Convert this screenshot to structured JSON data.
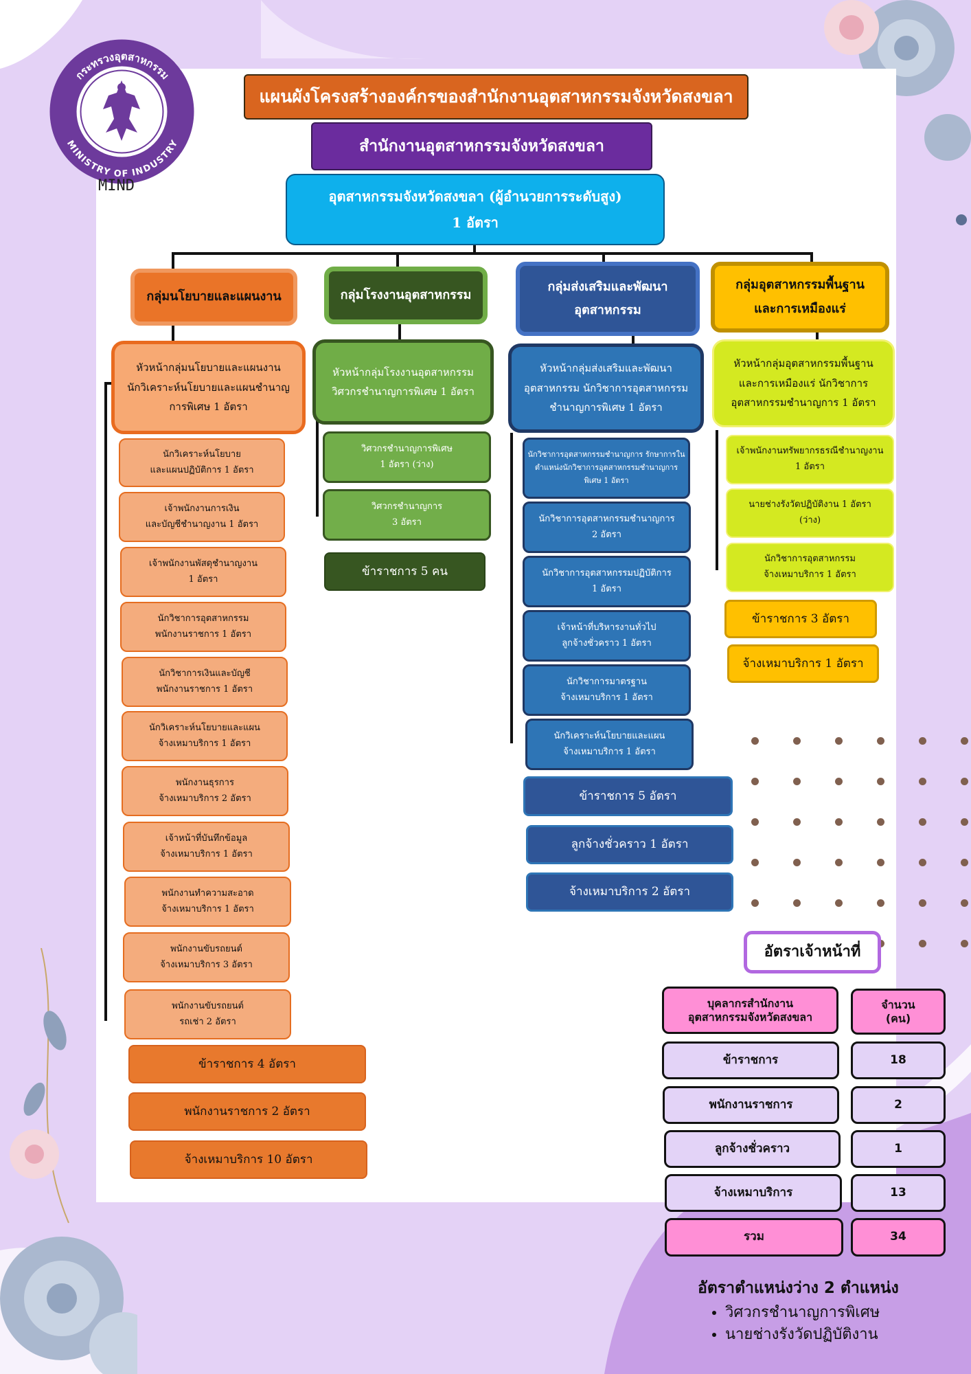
{
  "logo": {
    "top_text": "กระทรวงอุตสาหกรรม",
    "bottom_text": "MINISTRY OF INDUSTRY",
    "tagline": "MIND"
  },
  "title": "แผนผังโครงสร้างองค์กรของสำนักงานอุตสาหกรรมจังหวัดสงขลา",
  "office": "สำนักงานอุตสาหกรรมจังหวัดสงขลา",
  "chief": {
    "line1": "อุตสาหกรรมจังหวัดสงขลา (ผู้อำนวยการระดับสูง)",
    "line2": "1 อัตรา"
  },
  "groups": {
    "policy": {
      "header": [
        "กลุ่มนโยบายและแผนงาน"
      ],
      "lead": [
        "หัวหน้ากลุ่มนโยบายและแผนงาน",
        "นักวิเคราะห์นโยบายและแผนชำนาญ",
        "การพิเศษ 1 อัตรา"
      ],
      "staff": [
        [
          "นักวิเคราะห์นโยบาย",
          "และแผนปฏิบัติการ 1 อัตรา"
        ],
        [
          "เจ้าพนักงานการเงิน",
          "และบัญชีชำนาญงาน 1 อัตรา"
        ],
        [
          "เจ้าพนักงานพัสดุชำนาญงาน",
          "1 อัตรา"
        ],
        [
          "นักวิชาการอุตสาหกรรม",
          "พนักงานราชการ 1 อัตรา"
        ],
        [
          "นักวิชาการเงินและบัญชี",
          "พนักงานราชการ 1 อัตรา"
        ],
        [
          "นักวิเคราะห์นโยบายและแผน",
          "จ้างเหมาบริการ 1 อัตรา"
        ],
        [
          "พนักงานธุรการ",
          "จ้างเหมาบริการ 2 อัตรา"
        ],
        [
          "เจ้าหน้าที่บันทึกข้อมูล",
          "จ้างเหมาบริการ 1 อัตรา"
        ],
        [
          "พนักงานทำความสะอาด",
          "จ้างเหมาบริการ 1 อัตรา"
        ],
        [
          "พนักงานขับรถยนต์",
          "จ้างเหมาบริการ 3 อัตรา"
        ],
        [
          "พนักงานขับรถยนต์",
          "รถเช่า 2 อัตรา"
        ]
      ],
      "totals": [
        "ข้าราชการ 4 อัตรา",
        "พนักงานราชการ 2 อัตรา",
        "จ้างเหมาบริการ 10 อัตรา"
      ]
    },
    "factory": {
      "header": [
        "กลุ่มโรงงานอุตสาหกรรม"
      ],
      "lead": [
        "หัวหน้ากลุ่มโรงงานอุตสาหกรรม",
        "วิศวกรชำนาญการพิเศษ 1 อัตรา"
      ],
      "staff": [
        [
          "วิศวกรชำนาญการพิเศษ",
          "1 อัตรา (ว่าง)"
        ],
        [
          "วิศวกรชำนาญการ",
          "3 อัตรา"
        ]
      ],
      "totals": [
        "ข้าราชการ 5 คน"
      ]
    },
    "promotion": {
      "header": [
        "กลุ่มส่งเสริมและพัฒนา",
        "อุตสาหกรรม"
      ],
      "lead": [
        "หัวหน้ากลุ่มส่งเสริมและพัฒนา",
        "อุตสาหกรรม นักวิชาการอุตสาหกรรม",
        "ชำนาญการพิเศษ 1 อัตรา"
      ],
      "staff": [
        [
          "นักวิชาการอุตสาหกรรมชำนาญการ รักษาการใน",
          "ตำแหน่งนักวิชาการอุตสาหกรรมชำนาญการ",
          "พิเศษ 1 อัตรา"
        ],
        [
          "นักวิชาการอุตสาหกรรมชำนาญการ",
          "2 อัตรา"
        ],
        [
          "นักวิชาการอุตสาหกรรมปฏิบัติการ",
          "1 อัตรา"
        ],
        [
          "เจ้าหน้าที่บริหารงานทั่วไป",
          "ลูกจ้างชั่วคราว 1 อัตรา"
        ],
        [
          "นักวิชาการมาตรฐาน",
          "จ้างเหมาบริการ 1 อัตรา"
        ],
        [
          "นักวิเคราะห์นโยบายและแผน",
          "จ้างเหมาบริการ 1 อัตรา"
        ]
      ],
      "totals": [
        "ข้าราชการ 5 อัตรา",
        "ลูกจ้างชั่วคราว 1 อัตรา",
        "จ้างเหมาบริการ 2 อัตรา"
      ]
    },
    "basic": {
      "header": [
        "กลุ่มอุตสาหกรรมพื้นฐาน",
        "และการเหมืองแร่"
      ],
      "lead": [
        "หัวหน้ากลุ่มอุตสาหกรรมพื้นฐาน",
        "และการเหมืองแร่ นักวิชาการ",
        "อุตสาหกรรมชำนาญการ 1 อัตรา"
      ],
      "staff": [
        [
          "เจ้าพนักงานทรัพยากรธรณีชำนาญงาน",
          "1 อัตรา"
        ],
        [
          "นายช่างรังวัดปฏิบัติงาน 1 อัตรา",
          "(ว่าง)"
        ],
        [
          "นักวิชาการอุตสาหกรรม",
          "จ้างเหมาบริการ 1 อัตรา"
        ]
      ],
      "totals": [
        "ข้าราชการ 3 อัตรา",
        "จ้างเหมาบริการ 1 อัตรา"
      ]
    }
  },
  "rate_table": {
    "title": "อัตราเจ้าหน้าที่",
    "header_label": [
      "บุคลากรสำนักงาน",
      "อุตสาหกรรมจังหวัดสงขลา"
    ],
    "header_count": [
      "จำนวน",
      "(คน)"
    ],
    "rows": [
      {
        "label": "ข้าราชการ",
        "count": "18"
      },
      {
        "label": "พนักงานราชการ",
        "count": "2"
      },
      {
        "label": "ลูกจ้างชั่วคราว",
        "count": "1"
      },
      {
        "label": "จ้างเหมาบริการ",
        "count": "13"
      }
    ],
    "total": {
      "label": "รวม",
      "count": "34"
    }
  },
  "vacancy": {
    "title": "อัตราตำแหน่งว่าง 2 ตำแหน่ง",
    "items": [
      "วิศวกรชำนาญการพิเศษ",
      "นายช่างรังวัดปฏิบัติงาน"
    ]
  },
  "colors": {
    "background": "#e4d2f6",
    "title_bg": "#d9651f",
    "office_bg": "#6b2c9e",
    "chief_bg": "#0eb0ec",
    "policy": "#ea7428",
    "factory": "#375621",
    "promotion": "#2f5597",
    "basic": "#ffc000",
    "table_pink": "#ff8fd6",
    "table_lavender": "#e3d3f7"
  }
}
